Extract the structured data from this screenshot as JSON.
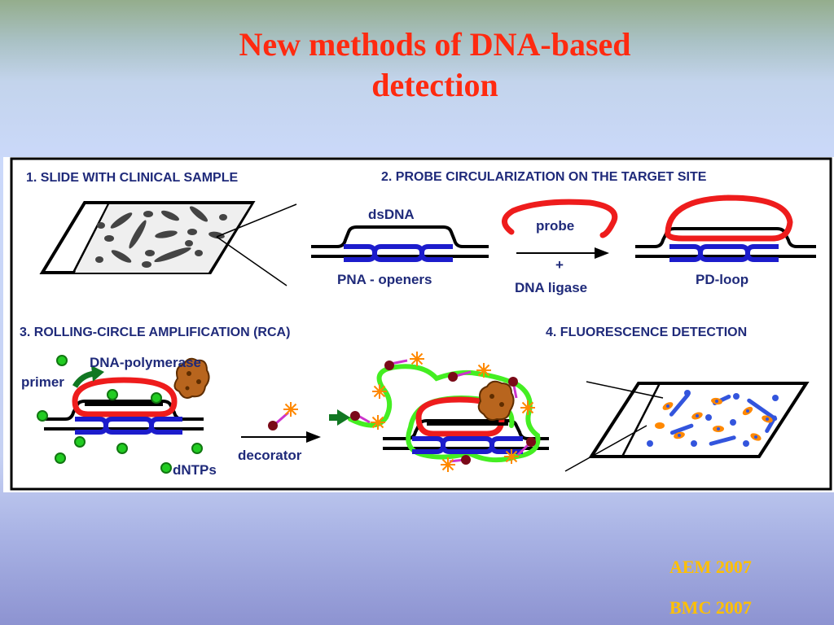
{
  "slide": {
    "title_line1": "New methods of DNA-based",
    "title_line2": "detection",
    "citations": [
      "AEM 2007",
      "BMC 2007"
    ]
  },
  "figure": {
    "panels": {
      "p1": "1. SLIDE WITH CLINICAL SAMPLE",
      "p2": "2. PROBE CIRCULARIZATION ON THE TARGET SITE",
      "p3": "3. ROLLING-CIRCLE AMPLIFICATION (RCA)",
      "p4": "4. FLUORESCENCE DETECTION"
    },
    "labels": {
      "dsdna": "dsDNA",
      "pna_openers": "PNA - openers",
      "probe": "probe",
      "plus": "+",
      "dna_ligase": "DNA ligase",
      "pd_loop": "PD-loop",
      "dna_polymerase": "DNA-polymerase",
      "primer": "primer",
      "dntps": "dNTPs",
      "decorator": "decorator"
    },
    "colors": {
      "probe_red": "#ee1c1c",
      "pna_blue": "#1c1ccc",
      "dntp_green": "#22cc22",
      "rca_product_green": "#44ee22",
      "decorator_magenta": "#cc33cc",
      "fluor_orange": "#ff8800",
      "polymerase_brown": "#b8651e",
      "signal_blue": "#3355dd"
    }
  }
}
